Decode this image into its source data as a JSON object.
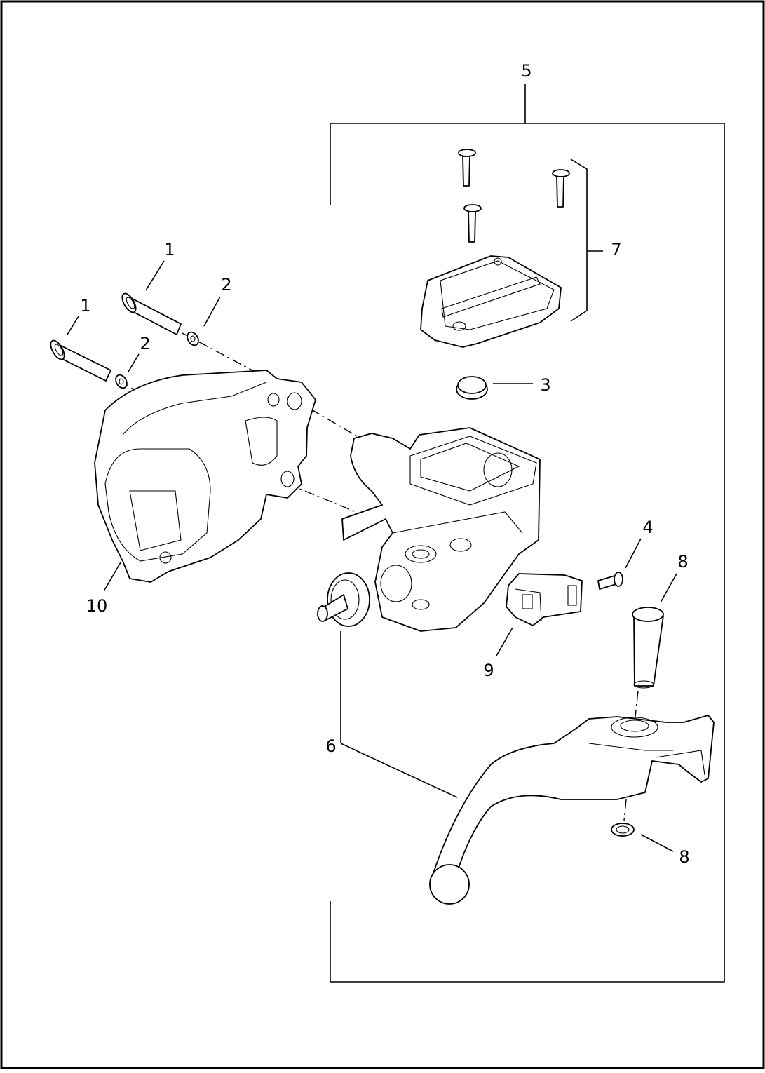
{
  "diagram": {
    "callouts": [
      {
        "id": "c1a",
        "label": "1"
      },
      {
        "id": "c1b",
        "label": "1"
      },
      {
        "id": "c2a",
        "label": "2"
      },
      {
        "id": "c2b",
        "label": "2"
      },
      {
        "id": "c3",
        "label": "3"
      },
      {
        "id": "c4",
        "label": "4"
      },
      {
        "id": "c5",
        "label": "5"
      },
      {
        "id": "c6",
        "label": "6"
      },
      {
        "id": "c7",
        "label": "7"
      },
      {
        "id": "c8a",
        "label": "8"
      },
      {
        "id": "c8b",
        "label": "8"
      },
      {
        "id": "c9",
        "label": "9"
      },
      {
        "id": "c10",
        "label": "10"
      }
    ]
  }
}
